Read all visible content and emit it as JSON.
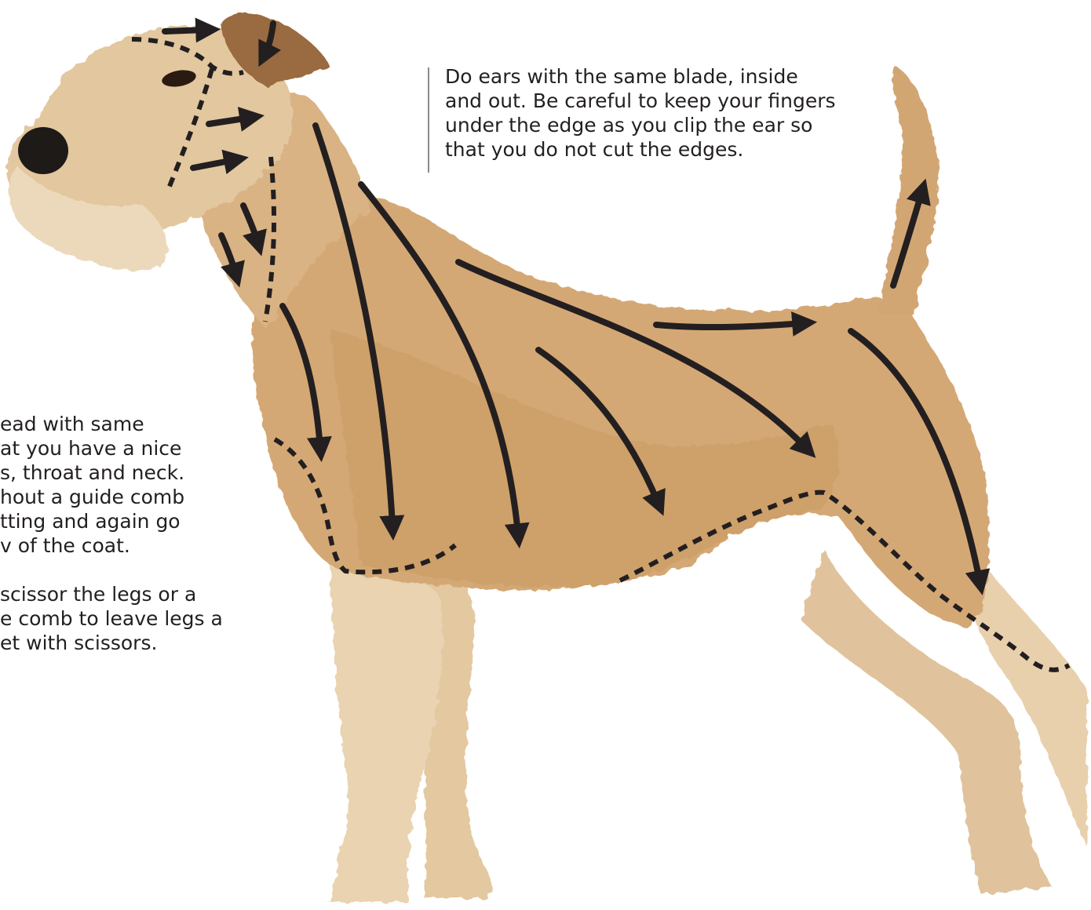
{
  "ear_caption": {
    "lines": [
      "Do ears with the same blade, inside",
      "and out. Be careful to keep your fingers",
      "under the edge as you clip the ear so",
      "that you do not cut the edges."
    ]
  },
  "body_caption": {
    "lines": [
      "ead with same",
      "at you have a nice",
      "s, throat and neck.",
      "hout a guide comb",
      "tting and again go",
      "v of the coat.",
      "scissor the legs or a",
      "e comb to leave legs a",
      "et with scissors."
    ]
  },
  "colors": {
    "coat": "#d4a874",
    "coat_shadow": "#b98a55",
    "leg_fur": "#e6cda8",
    "ear": "#9a6a3f",
    "nose": "#1e1a18",
    "arrow": "#231f20"
  }
}
